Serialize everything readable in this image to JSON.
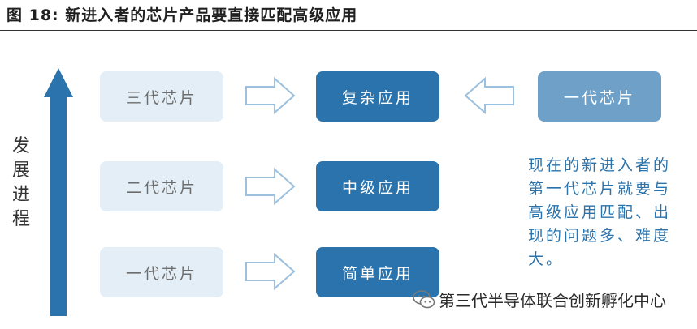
{
  "figure": {
    "title": "图 18:  新进入者的芯片产品要直接匹配高级应用"
  },
  "axis": {
    "label": "发展进程"
  },
  "generations": [
    {
      "label": "三代芯片"
    },
    {
      "label": "二代芯片"
    },
    {
      "label": "一代芯片"
    }
  ],
  "applications": [
    {
      "label": "复杂应用"
    },
    {
      "label": "中级应用"
    },
    {
      "label": "简单应用"
    }
  ],
  "newcomer": {
    "label": "一代芯片"
  },
  "note": {
    "text": "现在的新进入者的第一代芯片就要与高级应用匹配、出现的问题多、难度大。"
  },
  "watermark": {
    "text": "第三代半导体联合创新孵化中心",
    "icon": "wechat-icon"
  },
  "colors": {
    "primary": "#2a73ac",
    "light": "#e3eef6",
    "medium": "#6fa1c8",
    "arrow_outline": "#9cc0dd"
  }
}
